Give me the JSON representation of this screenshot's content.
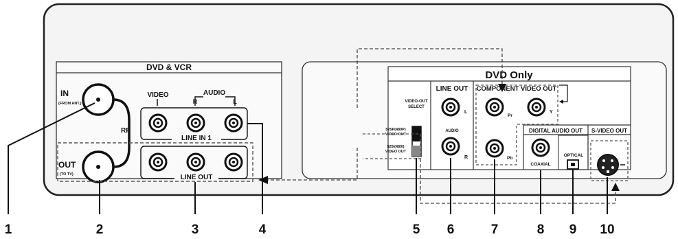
{
  "panels": {
    "dvd_vcr": {
      "title": "DVD & VCR"
    },
    "dvd_only": {
      "title": "DVD Only"
    }
  },
  "labels": {
    "rf_in": "IN",
    "rf_in_sub": "(FROM ANT.)",
    "rf_out": "OUT",
    "rf_out_sub": "(TO TV)",
    "rf": "RF",
    "video": "VIDEO",
    "audio_group": "AUDIO",
    "audio_r": "R",
    "audio_l": "L",
    "line_in_1": "LINE IN 1",
    "line_out_vcr": "LINE OUT",
    "video_out_select": "VIDEO-OUT",
    "video_out_select_2": "SELECT",
    "switch_525p_1": "525P(480P)",
    "switch_525p_2": "VIDEO OUT",
    "switch_525i_1": "525I(480I)",
    "switch_525i_2": "VIDEO OUT",
    "line_out_dvd": "LINE OUT",
    "line_out_dvd_l": "L",
    "line_out_dvd_audio": "AUDIO",
    "line_out_dvd_r": "R",
    "component_video_out": "COMPONENT VIDEO OUT",
    "pr": "Pr",
    "y": "Y",
    "pb": "Pb",
    "digital_audio_out": "DIGITAL AUDIO OUT",
    "coaxial": "COAXIAL",
    "optical": "OPTICAL",
    "s_video_out": "S-VIDEO OUT"
  },
  "callouts": [
    "1",
    "2",
    "3",
    "4",
    "5",
    "6",
    "7",
    "8",
    "9",
    "10"
  ]
}
